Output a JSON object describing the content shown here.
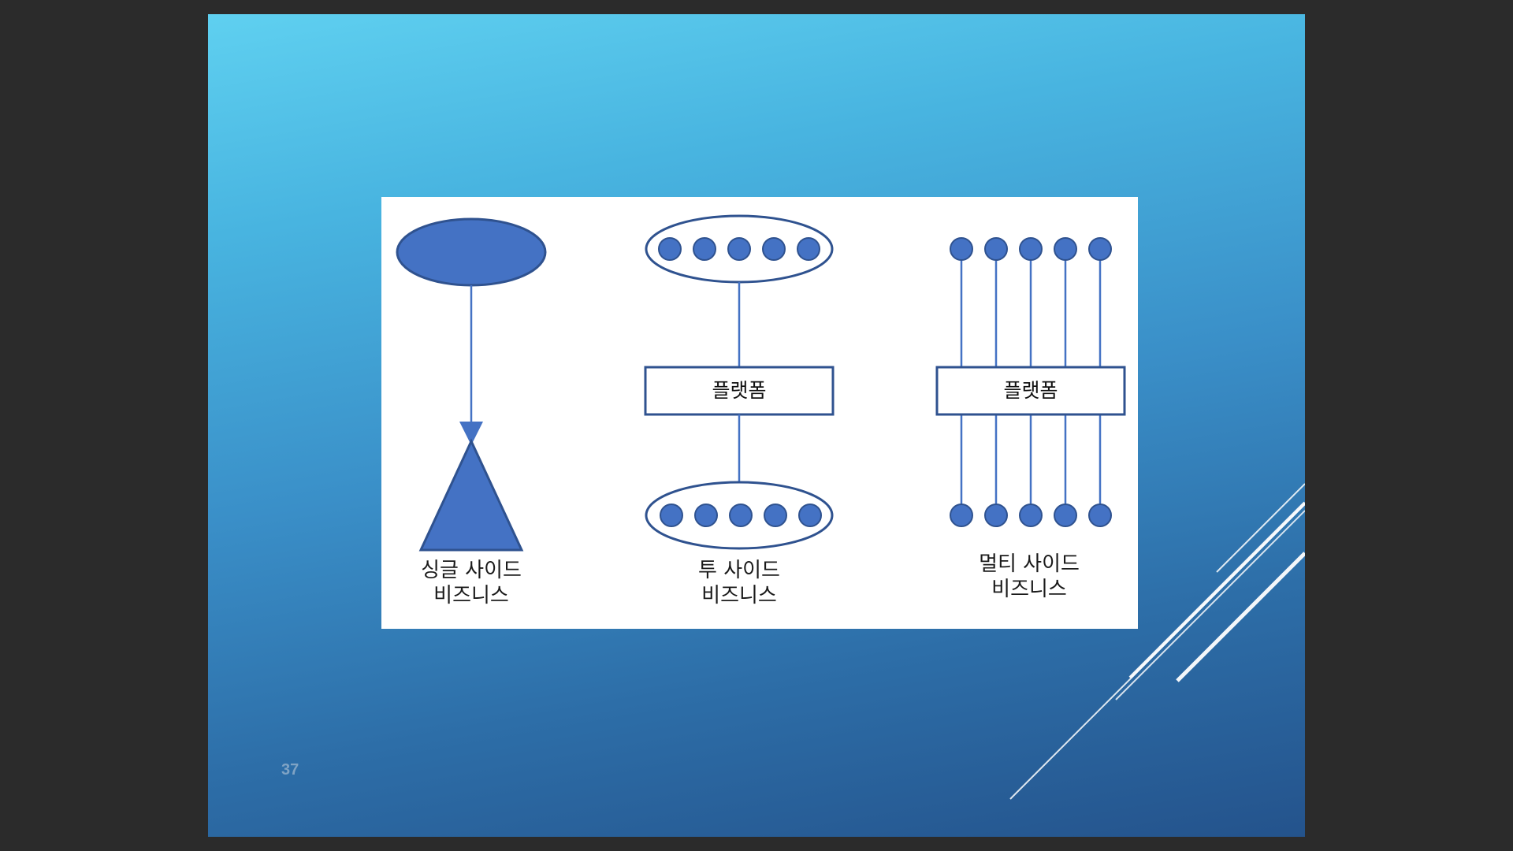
{
  "slide": {
    "number": "37"
  },
  "diagram": {
    "single_side": {
      "caption_line1": "싱글 사이드",
      "caption_line2": "비즈니스"
    },
    "two_side": {
      "platform_label": "플랫폼",
      "caption_line1": "투 사이드",
      "caption_line2": "비즈니스"
    },
    "multi_side": {
      "platform_label": "플랫폼",
      "caption_line1": "멀티 사이드",
      "caption_line2": "비즈니스"
    }
  },
  "colors": {
    "shape_fill": "#4472c4",
    "shape_stroke": "#2f528f",
    "slide_gradient_top": "#5fd0f0",
    "slide_gradient_bottom": "#24538c"
  }
}
